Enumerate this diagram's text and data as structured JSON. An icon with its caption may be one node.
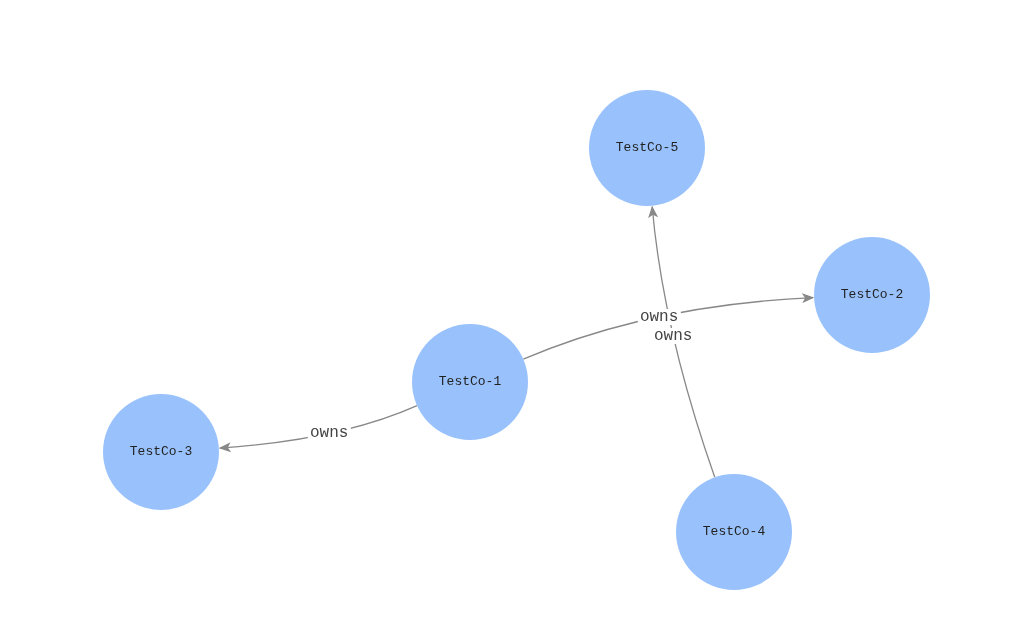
{
  "diagram": {
    "nodes": [
      {
        "text": [
          "TestCo-5"
        ]
      },
      {
        "text": [
          "TestCo-2"
        ]
      },
      {
        "text": [
          "TestCo-1"
        ]
      },
      {
        "text": [
          "TestCo-3"
        ]
      },
      {
        "text": [
          "TestCo-4"
        ]
      }
    ],
    "edges": [
      {
        "from": 2,
        "to": 1,
        "arrow": "to",
        "label": "owns"
      },
      {
        "from": 2,
        "to": 3,
        "arrow": "to",
        "label": "owns"
      },
      {
        "from": 4,
        "to": 0,
        "arrow": "to",
        "label": "owns"
      }
    ]
  }
}
